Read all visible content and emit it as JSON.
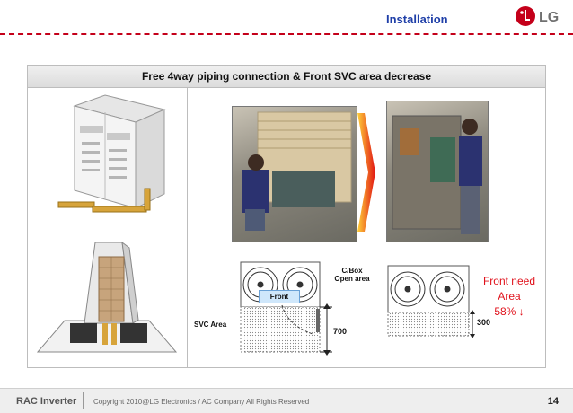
{
  "header": {
    "title": "Installation",
    "logo_text": "LG"
  },
  "panel": {
    "title": "Free 4way piping connection & Front SVC area decrease"
  },
  "diagram": {
    "cbox_label_line1": "C/Box",
    "cbox_label_line2": "Open area",
    "front_label": "Front",
    "svc_area_label": "SVC Area",
    "dim_before": "700",
    "dim_after": "300",
    "note_line1": "Front need",
    "note_line2": "Area",
    "note_line3": "58% ↓"
  },
  "footer": {
    "left": "RAC Inverter",
    "copyright": "Copyright 2010@LG Electronics / AC Company All Rights Reserved",
    "page": "14"
  },
  "colors": {
    "accent_blue": "#1f3fa8",
    "lg_red": "#c4001a",
    "note_red": "#e0101a"
  }
}
